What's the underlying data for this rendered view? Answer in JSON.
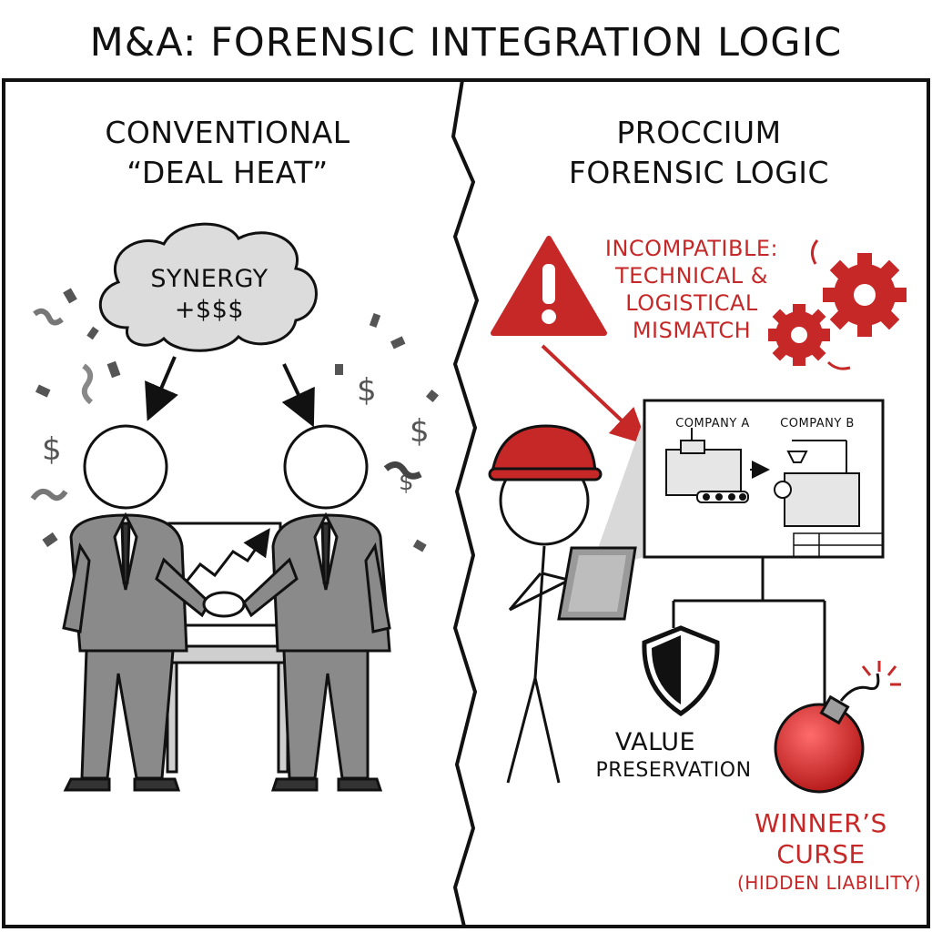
{
  "title": "M&A: FORENSIC INTEGRATION LOGIC",
  "left_panel": {
    "heading_line1": "CONVENTIONAL",
    "heading_line2": "“DEAL HEAT”",
    "cloud_line1": "SYNERGY",
    "cloud_line2": "+$$$"
  },
  "right_panel": {
    "heading_line1": "PROCCIUM",
    "heading_line2": "FORENSIC LOGIC",
    "warning_lines": [
      "INCOMPATIBLE:",
      "TECHNICAL &",
      "LOGISTICAL",
      "MISMATCH"
    ],
    "company_a": "COMPANY A",
    "company_b": "COMPANY B",
    "outcome_good_line1": "VALUE",
    "outcome_good_line2": "PRESERVATION",
    "outcome_bad_line1": "WINNER’S",
    "outcome_bad_line2": "CURSE",
    "outcome_bad_note": "(HIDDEN LIABILITY)"
  },
  "colors": {
    "accent_red": "#c62828",
    "suit_gray": "#8a8a8a",
    "ink": "#111111"
  }
}
